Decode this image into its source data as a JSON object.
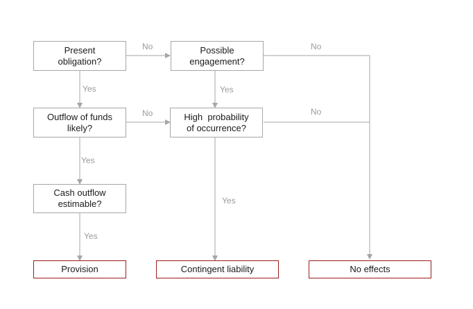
{
  "colors": {
    "box_border": "#a6a6a6",
    "outcome_border": "#9b1b1b",
    "connector": "#a6a6a6",
    "edge_label": "#9a9a9a",
    "text": "#1a1a1a"
  },
  "nodes": {
    "present_obligation": "Present\nobligation?",
    "outflow_likely": "Outflow of funds\nlikely?",
    "cash_outflow_estimable": "Cash outflow\nestimable?",
    "possible_engagement": "Possible\nengagement?",
    "high_probability": "High  probability\nof occurrence?",
    "provision": "Provision",
    "contingent_liability": "Contingent liability",
    "no_effects": "No effects"
  },
  "edges": {
    "obligation_no": "No",
    "obligation_yes": "Yes",
    "outflow_no": "No",
    "outflow_yes": "Yes",
    "estimable_yes": "Yes",
    "engagement_no": "No",
    "engagement_yes": "Yes",
    "probability_no": "No",
    "probability_yes": "Yes"
  }
}
